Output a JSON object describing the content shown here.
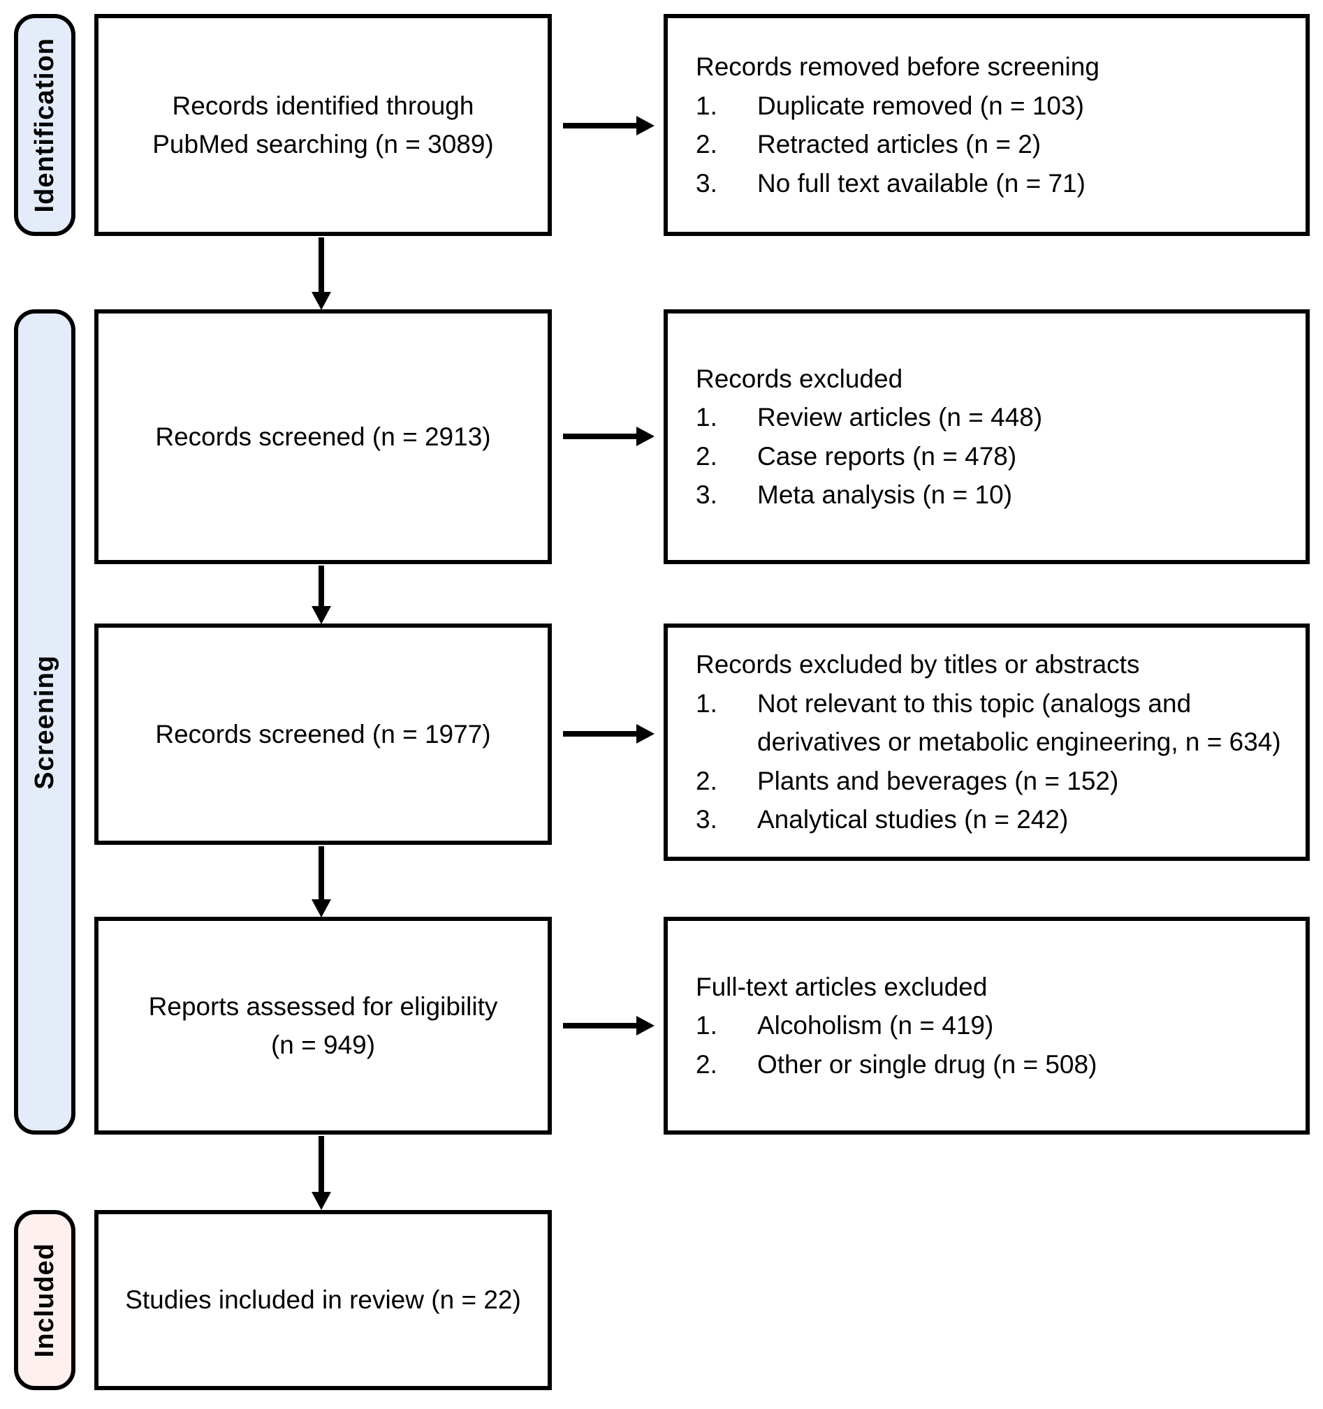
{
  "diagram": {
    "stages": [
      {
        "label": "Identification"
      },
      {
        "label": "Screening"
      },
      {
        "label": "Included"
      }
    ],
    "flow": [
      {
        "lines": [
          "Records identified through",
          "PubMed searching (n = 3089)"
        ]
      },
      {
        "lines": [
          "Records screened (n = 2913)"
        ]
      },
      {
        "lines": [
          "Records screened (n = 1977)"
        ]
      },
      {
        "lines": [
          "Reports assessed for eligibility",
          "(n = 949)"
        ]
      },
      {
        "lines": [
          "Studies included in review (n = 22)"
        ]
      }
    ],
    "exclusions": [
      {
        "title": "Records removed before screening",
        "items": [
          "Duplicate removed (n = 103)",
          "Retracted articles (n = 2)",
          "No full text available (n = 71)"
        ]
      },
      {
        "title": "Records excluded",
        "items": [
          "Review articles (n = 448)",
          "Case reports (n = 478)",
          "Meta analysis (n = 10)"
        ]
      },
      {
        "title": "Records excluded by titles or abstracts",
        "items": [
          "Not relevant to this topic (analogs and derivatives or metabolic engineering, n = 634)",
          "Plants and beverages (n = 152)",
          "Analytical studies (n = 242)"
        ]
      },
      {
        "title": "Full-text articles excluded",
        "items": [
          "Alcoholism (n = 419)",
          "Other or single drug (n = 508)"
        ]
      }
    ],
    "colors": {
      "stage_blue": "#e3ecf8",
      "stage_pink": "#fdf0ee",
      "box_border": "#000000",
      "box_fill": "#ffffff"
    }
  }
}
